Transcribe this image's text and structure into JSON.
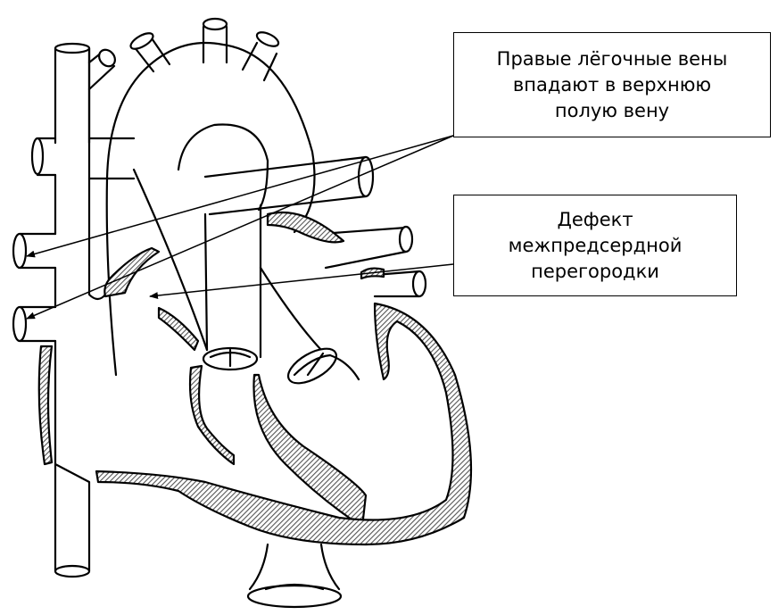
{
  "labels": {
    "pulmonary_veins": [
      "Правые лёгочные вены",
      "впадают в верхнюю",
      "полую вену"
    ],
    "septal_defect": [
      "Дефект",
      "межпредсердной",
      "перегородки"
    ]
  },
  "colors": {
    "outline": "#000000",
    "hatch": "#6e6e6e",
    "background": "#ffffff"
  }
}
